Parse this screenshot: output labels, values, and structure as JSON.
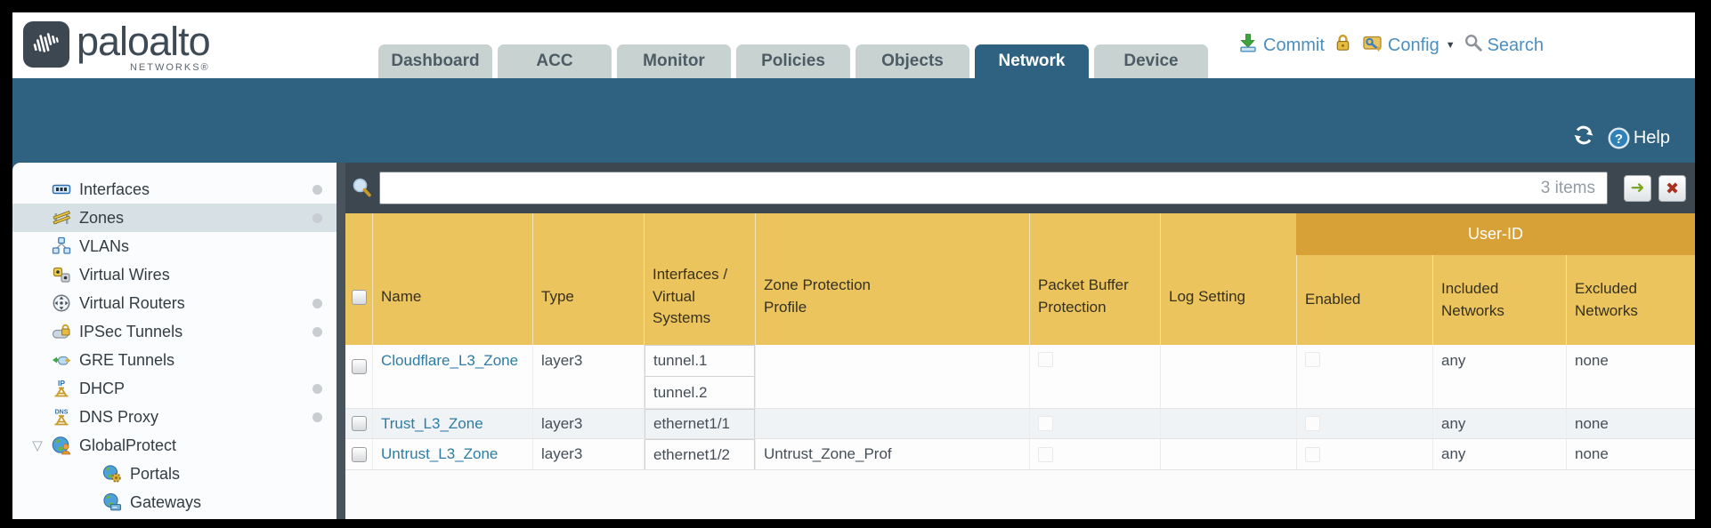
{
  "brand": {
    "name": "paloalto",
    "sub": "NETWORKS®"
  },
  "nav": {
    "tabs": [
      {
        "label": "Dashboard",
        "active": false
      },
      {
        "label": "ACC",
        "active": false
      },
      {
        "label": "Monitor",
        "active": false
      },
      {
        "label": "Policies",
        "active": false
      },
      {
        "label": "Objects",
        "active": false
      },
      {
        "label": "Network",
        "active": true
      },
      {
        "label": "Device",
        "active": false
      }
    ]
  },
  "top_actions": {
    "commit": "Commit",
    "config": "Config",
    "search": "Search"
  },
  "band": {
    "help": "Help"
  },
  "sidebar": {
    "items": [
      {
        "label": "Interfaces",
        "dot": true
      },
      {
        "label": "Zones",
        "dot": true,
        "selected": true
      },
      {
        "label": "VLANs"
      },
      {
        "label": "Virtual Wires"
      },
      {
        "label": "Virtual Routers",
        "dot": true
      },
      {
        "label": "IPSec Tunnels",
        "dot": true
      },
      {
        "label": "GRE Tunnels"
      },
      {
        "label": "DHCP",
        "dot": true
      },
      {
        "label": "DNS Proxy",
        "dot": true
      },
      {
        "label": "GlobalProtect",
        "expanded": true
      },
      {
        "label": "Portals",
        "indent": true
      },
      {
        "label": "Gateways",
        "indent": true
      }
    ]
  },
  "toolbar": {
    "items_count": "3 items"
  },
  "table": {
    "group_header": "User-ID",
    "columns": [
      "Name",
      "Type",
      "Interfaces / Virtual Systems",
      "Zone Protection Profile",
      "Packet Buffer Protection",
      "Log Setting",
      "Enabled",
      "Included Networks",
      "Excluded Networks"
    ],
    "rows": [
      {
        "name": "Cloudflare_L3_Zone",
        "type": "layer3",
        "interfaces": [
          "tunnel.1",
          "tunnel.2"
        ],
        "zone_protection_profile": "",
        "log_setting": "",
        "included_networks": "any",
        "excluded_networks": "none"
      },
      {
        "name": "Trust_L3_Zone",
        "type": "layer3",
        "interfaces": [
          "ethernet1/1"
        ],
        "zone_protection_profile": "",
        "log_setting": "",
        "included_networks": "any",
        "excluded_networks": "none"
      },
      {
        "name": "Untrust_L3_Zone",
        "type": "layer3",
        "interfaces": [
          "ethernet1/2"
        ],
        "zone_protection_profile": "Untrust_Zone_Prof",
        "log_setting": "",
        "included_networks": "any",
        "excluded_networks": "none"
      }
    ]
  },
  "icons": {
    "help": "?",
    "caret_down": "▼",
    "expander": "▽",
    "go_arrow": "➜",
    "close": "✖"
  },
  "colors": {
    "band_teal": "#2f6180",
    "header_amber": "#ecc45e",
    "group_amber": "#d7a137",
    "link_blue": "#4a8fc0",
    "zone_link": "#2e7ca4",
    "sidebar_selected": "#d6e0e5",
    "toolbar_dark": "#3c4750"
  }
}
